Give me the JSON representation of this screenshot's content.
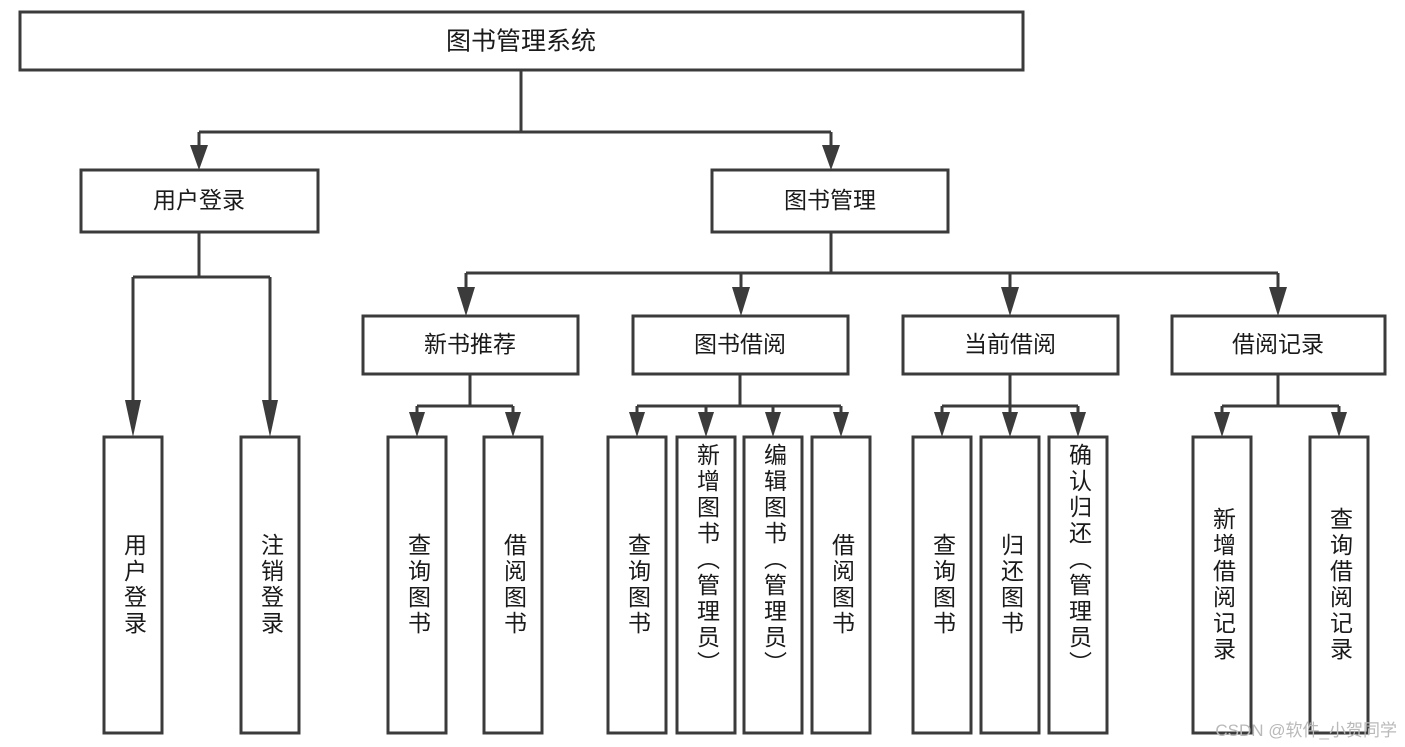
{
  "diagram": {
    "title": "图书管理系统",
    "type": "tree-hierarchy-chart",
    "watermark": "CSDN @软件_小贺同学",
    "colors": {
      "stroke": "#3b3b3b",
      "fill": "#ffffff",
      "text": "#1a1a1a",
      "watermark": "#b9b9b9"
    }
  },
  "nodes": {
    "root": {
      "label": "图书管理系统"
    },
    "level1": [
      {
        "label": "用户登录"
      },
      {
        "label": "图书管理"
      }
    ],
    "level2": [
      {
        "label": "新书推荐"
      },
      {
        "label": "图书借阅"
      },
      {
        "label": "当前借阅"
      },
      {
        "label": "借阅记录"
      }
    ],
    "leaves": {
      "user_login": [
        {
          "label": "用户登录"
        },
        {
          "label": "注销登录"
        }
      ],
      "new_book": [
        {
          "label": "查询图书"
        },
        {
          "label": "借阅图书"
        }
      ],
      "book_borrow": [
        {
          "label": "查询图书"
        },
        {
          "label": "新增图书（管理员）"
        },
        {
          "label": "编辑图书（管理员）"
        },
        {
          "label": "借阅图书"
        }
      ],
      "current_borrow": [
        {
          "label": "查询图书"
        },
        {
          "label": "归还图书"
        },
        {
          "label": "确认归还（管理员）"
        }
      ],
      "borrow_record": [
        {
          "label": "新增借阅记录"
        },
        {
          "label": "查询借阅记录"
        }
      ]
    }
  }
}
